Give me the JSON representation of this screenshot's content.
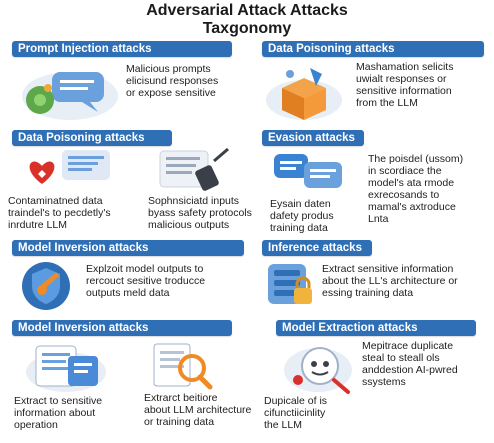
{
  "title": {
    "line1": "Adversarial Attack Attacks",
    "line2": "Taxgonomy"
  },
  "sections": [
    {
      "header": "Prompt Injection attacks",
      "lines": [
        "Malicious prompts",
        "elicisund responses",
        "or expose sensitive"
      ]
    },
    {
      "header": "Data Poisoning attacks",
      "lines": [
        "Mashamation selicits",
        "uwialt responses or",
        "sensitive information",
        "from the LLM"
      ]
    },
    {
      "header": "Data Poisoning attacks",
      "lines_a": [
        "Contaminatned data",
        "traindel's to pecdetly's",
        "inrdutre LLM"
      ],
      "lines_b": [
        "Sophnsiciatd inputs",
        "byass safety protocols",
        "malicious outputs"
      ]
    },
    {
      "header": "Evasion attacks",
      "lines_a": [
        "Eysain daten",
        "dafety produs",
        "training data"
      ],
      "lines_b": [
        "The poisdel (ussom)",
        "in scordiace the",
        "model's ata rmode",
        "exrecosands to",
        "mamal's axtroduce",
        "Lnta"
      ]
    },
    {
      "header": "Model Inversion attacks",
      "lines": [
        "Explzoit model outputs to",
        "rercouct sesitive troducce",
        "outputs meld data"
      ]
    },
    {
      "header": "Inference attacks",
      "lines": [
        "Extract sensitive information",
        "about the LL's architecture or",
        "essing training data"
      ]
    },
    {
      "header": "Model Inversion attacks",
      "lines_a": [
        "Extract to sensitive",
        "information about",
        "operation"
      ],
      "lines_b": [
        "Extrarct beitiore",
        "about LLM architecture",
        "or training data"
      ]
    },
    {
      "header": "Model Extraction attacks",
      "lines_a": [
        "Dupicale of is",
        "cifunctiicinlity",
        "the LLM"
      ],
      "lines_b": [
        "Mepitrace duplicate",
        "steal to steall ols",
        "anddestion AI-pwred",
        "ssystems"
      ]
    }
  ],
  "icons": [
    "chat-bubbles-icon",
    "broken-box-icon",
    "heart-chat-icon",
    "document-stylus-icon",
    "chat-bubbles-icon",
    "server-stack-icon",
    "shield-wrench-icon",
    "server-lock-icon",
    "documents-icon",
    "paper-magnifier-icon",
    "robot-magnifier-icon"
  ],
  "colors": {
    "header_bg": "#2f6fb6",
    "header_text": "#ffffff",
    "accent_orange": "#f08a24",
    "accent_blue": "#3a83d3"
  }
}
